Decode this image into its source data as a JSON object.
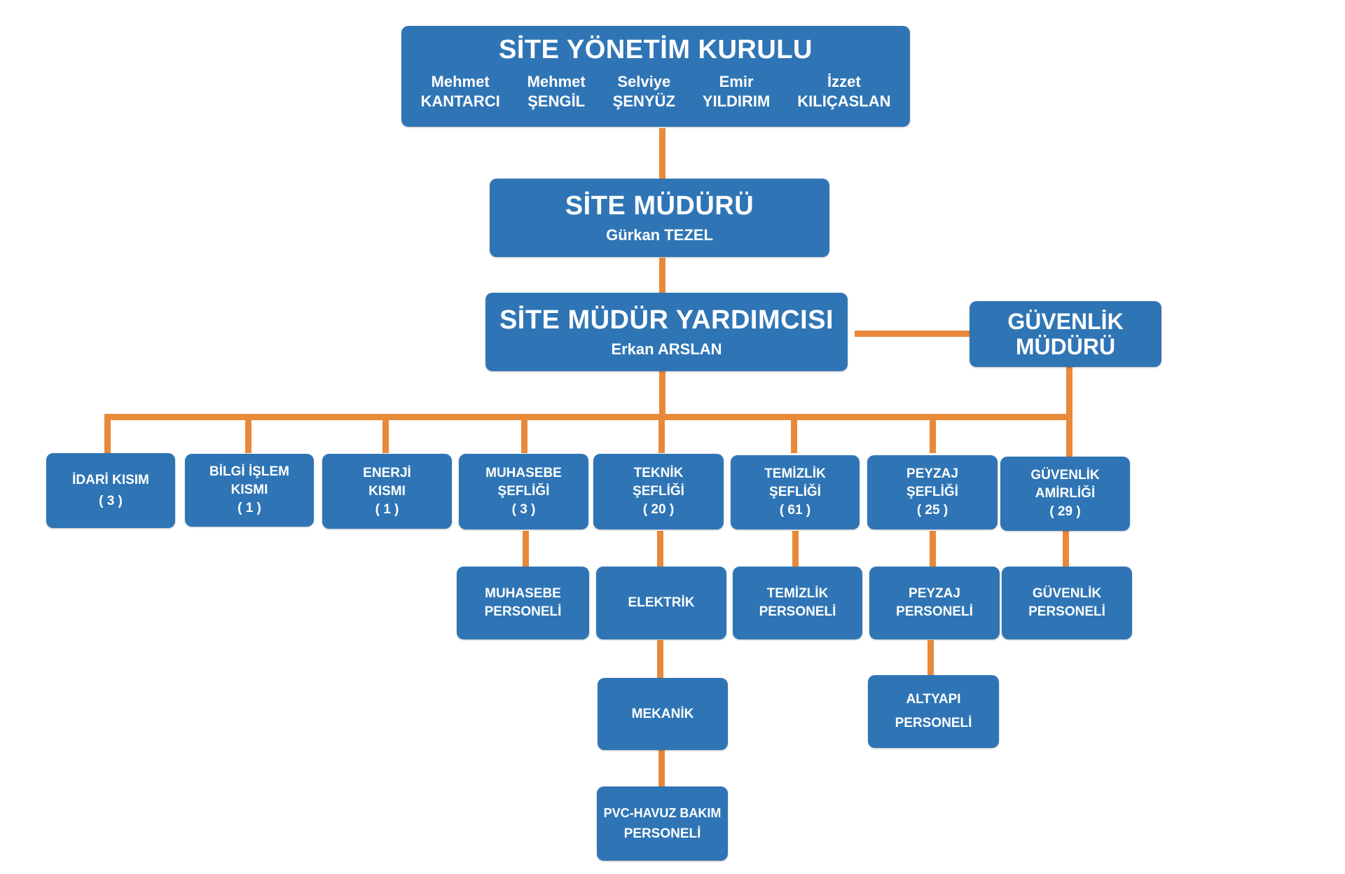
{
  "board": {
    "title": "SİTE YÖNETİM KURULU",
    "members": [
      {
        "first": "Mehmet",
        "last": "KANTARCI"
      },
      {
        "first": "Mehmet",
        "last": "ŞENGİL"
      },
      {
        "first": "Selviye",
        "last": "ŞENYÜZ"
      },
      {
        "first": "Emir",
        "last": "YILDIRIM"
      },
      {
        "first": "İzzet",
        "last": "KILIÇASLAN"
      }
    ]
  },
  "manager": {
    "title": "SİTE MÜDÜRÜ",
    "name": "Gürkan TEZEL"
  },
  "assistant": {
    "title": "SİTE MÜDÜR YARDIMCISI",
    "name": "Erkan ARSLAN"
  },
  "security_manager": {
    "line1": "GÜVENLİK",
    "line2": "MÜDÜRÜ"
  },
  "units": [
    {
      "line1": "İDARİ KISIM",
      "line2": "",
      "count": "( 3 )"
    },
    {
      "line1": "BİLGİ İŞLEM",
      "line2": "KISMI",
      "count": "( 1 )"
    },
    {
      "line1": "ENERJİ",
      "line2": "KISMI",
      "count": "( 1 )"
    },
    {
      "line1": "MUHASEBE",
      "line2": "ŞEFLİĞİ",
      "count": "( 3 )"
    },
    {
      "line1": "TEKNİK",
      "line2": "ŞEFLİĞİ",
      "count": "( 20 )"
    },
    {
      "line1": "TEMİZLİK",
      "line2": "ŞEFLİĞİ",
      "count": "( 61 )"
    },
    {
      "line1": "PEYZAJ",
      "line2": "ŞEFLİĞİ",
      "count": "( 25 )"
    },
    {
      "line1": "GÜVENLİK",
      "line2": "AMİRLİĞİ",
      "count": "( 29 )"
    }
  ],
  "staff": {
    "muhasebe": {
      "line1": "MUHASEBE",
      "line2": "PERSONELİ"
    },
    "elektrik": {
      "line1": "ELEKTRİK"
    },
    "temizlik": {
      "line1": "TEMİZLİK",
      "line2": "PERSONELİ"
    },
    "peyzaj": {
      "line1": "PEYZAJ",
      "line2": "PERSONELİ"
    },
    "guvenlik": {
      "line1": "GÜVENLİK",
      "line2": "PERSONELİ"
    },
    "mekanik": {
      "line1": "MEKANİK"
    },
    "altyapi": {
      "line1": "ALTYAPI",
      "line2": "PERSONELİ"
    },
    "pvc": {
      "line1": "PVC-HAVUZ BAKIM",
      "line2": "PERSONELİ"
    }
  },
  "colors": {
    "box": "#2f75b5",
    "connector": "#e8893a",
    "text": "#ffffff"
  }
}
